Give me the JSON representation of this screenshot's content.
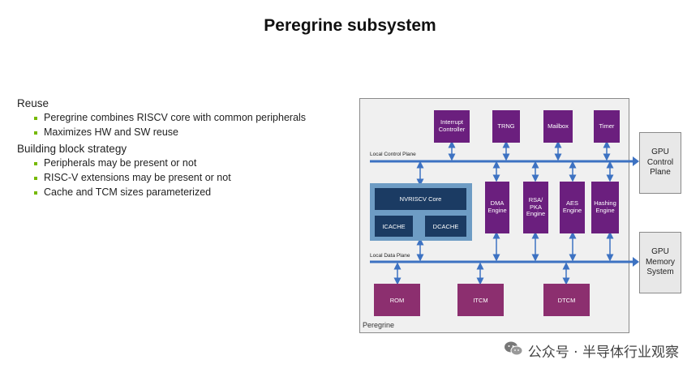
{
  "title": "Peregrine subsystem",
  "sections": [
    {
      "heading": "Reuse",
      "items": [
        "Peregrine combines RISCV core with common peripherals",
        "Maximizes HW and SW reuse"
      ]
    },
    {
      "heading": "Building block strategy",
      "items": [
        "Peripherals may be present or not",
        "RISC-V extensions may be present or not",
        "Cache and TCM sizes parameterized"
      ]
    }
  ],
  "diagram": {
    "container_label": "Peregrine",
    "control_plane_label": "Local Control Plane",
    "data_plane_label": "Local Data Plane",
    "top_peripherals": [
      "Interrupt Controller",
      "TRNG",
      "Mailbox",
      "Timer"
    ],
    "engines": [
      "DMA Engine",
      "RSA/ PKA Engine",
      "AES Engine",
      "Hashing Engine"
    ],
    "core": {
      "name": "NVRISCV Core",
      "icache": "ICACHE",
      "dcache": "DCACHE"
    },
    "memories": [
      "ROM",
      "ITCM",
      "DTCM"
    ],
    "gpu_control": "GPU Control Plane",
    "gpu_memory": "GPU Memory System"
  },
  "watermark": "公众号 · 半导体行业观察",
  "colors": {
    "periph": "#6b1f7e",
    "memory": "#8c2f6f",
    "bus": "#3d72c2",
    "core_outer": "#6e9cc4",
    "core_inner": "#1b3b63",
    "bullet": "#76b900"
  }
}
